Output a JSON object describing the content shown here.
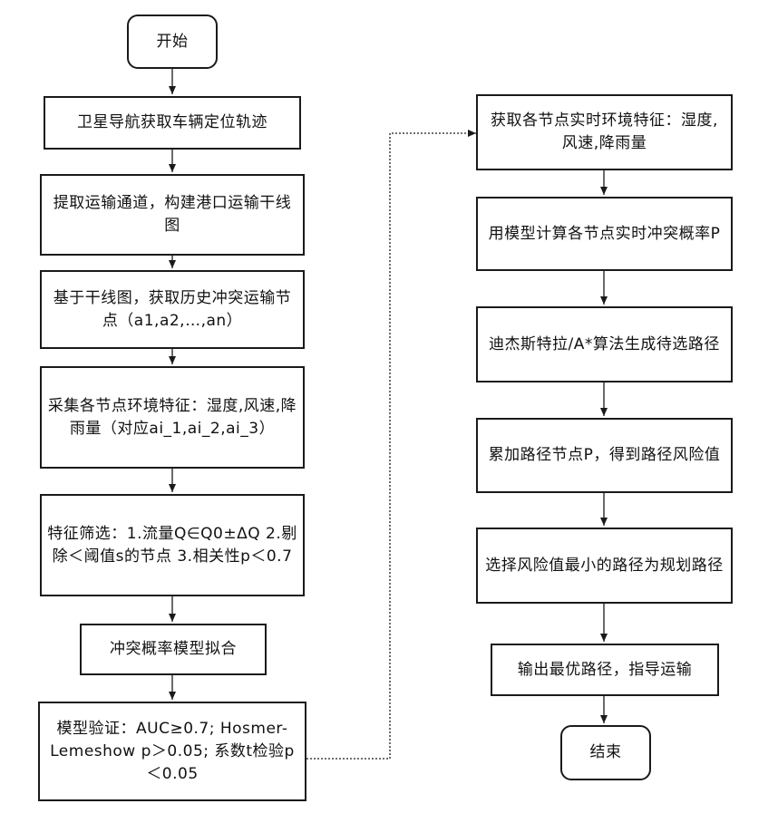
{
  "flowchart": {
    "left_column": [
      {
        "id": "start",
        "text": "开始"
      },
      {
        "id": "gnss",
        "text": "卫星导航获取车辆定位轨迹"
      },
      {
        "id": "extract",
        "text": "提取运输通道，构建港口运输干线图"
      },
      {
        "id": "history",
        "text": "基于干线图，获取历史冲突运输节点（a1,a2,…,an）"
      },
      {
        "id": "collect",
        "text": "采集各节点环境特征：湿度,风速,降雨量（对应ai_1,ai_2,ai_3）"
      },
      {
        "id": "screen",
        "text": "特征筛选：1.流量Q∈Q0±ΔQ 2.剔除＜阈值s的节点 3.相关性p＜0.7"
      },
      {
        "id": "fit",
        "text": "冲突概率模型拟合"
      },
      {
        "id": "validate",
        "text": "模型验证：AUC≥0.7; Hosmer-Lemeshow p＞0.05; 系数t检验p＜0.05"
      }
    ],
    "right_column": [
      {
        "id": "realtime",
        "text": "获取各节点实时环境特征：湿度,风速,降雨量"
      },
      {
        "id": "compute",
        "text": "用模型计算各节点实时冲突概率P"
      },
      {
        "id": "dijkstra",
        "text": "迪杰斯特拉/A*算法生成待选路径"
      },
      {
        "id": "accumulate",
        "text": "累加路径节点P，得到路径风险值"
      },
      {
        "id": "select",
        "text": "选择风险值最小的路径为规划路径"
      },
      {
        "id": "output",
        "text": "输出最优路径，指导运输"
      },
      {
        "id": "end",
        "text": "结束"
      }
    ]
  }
}
